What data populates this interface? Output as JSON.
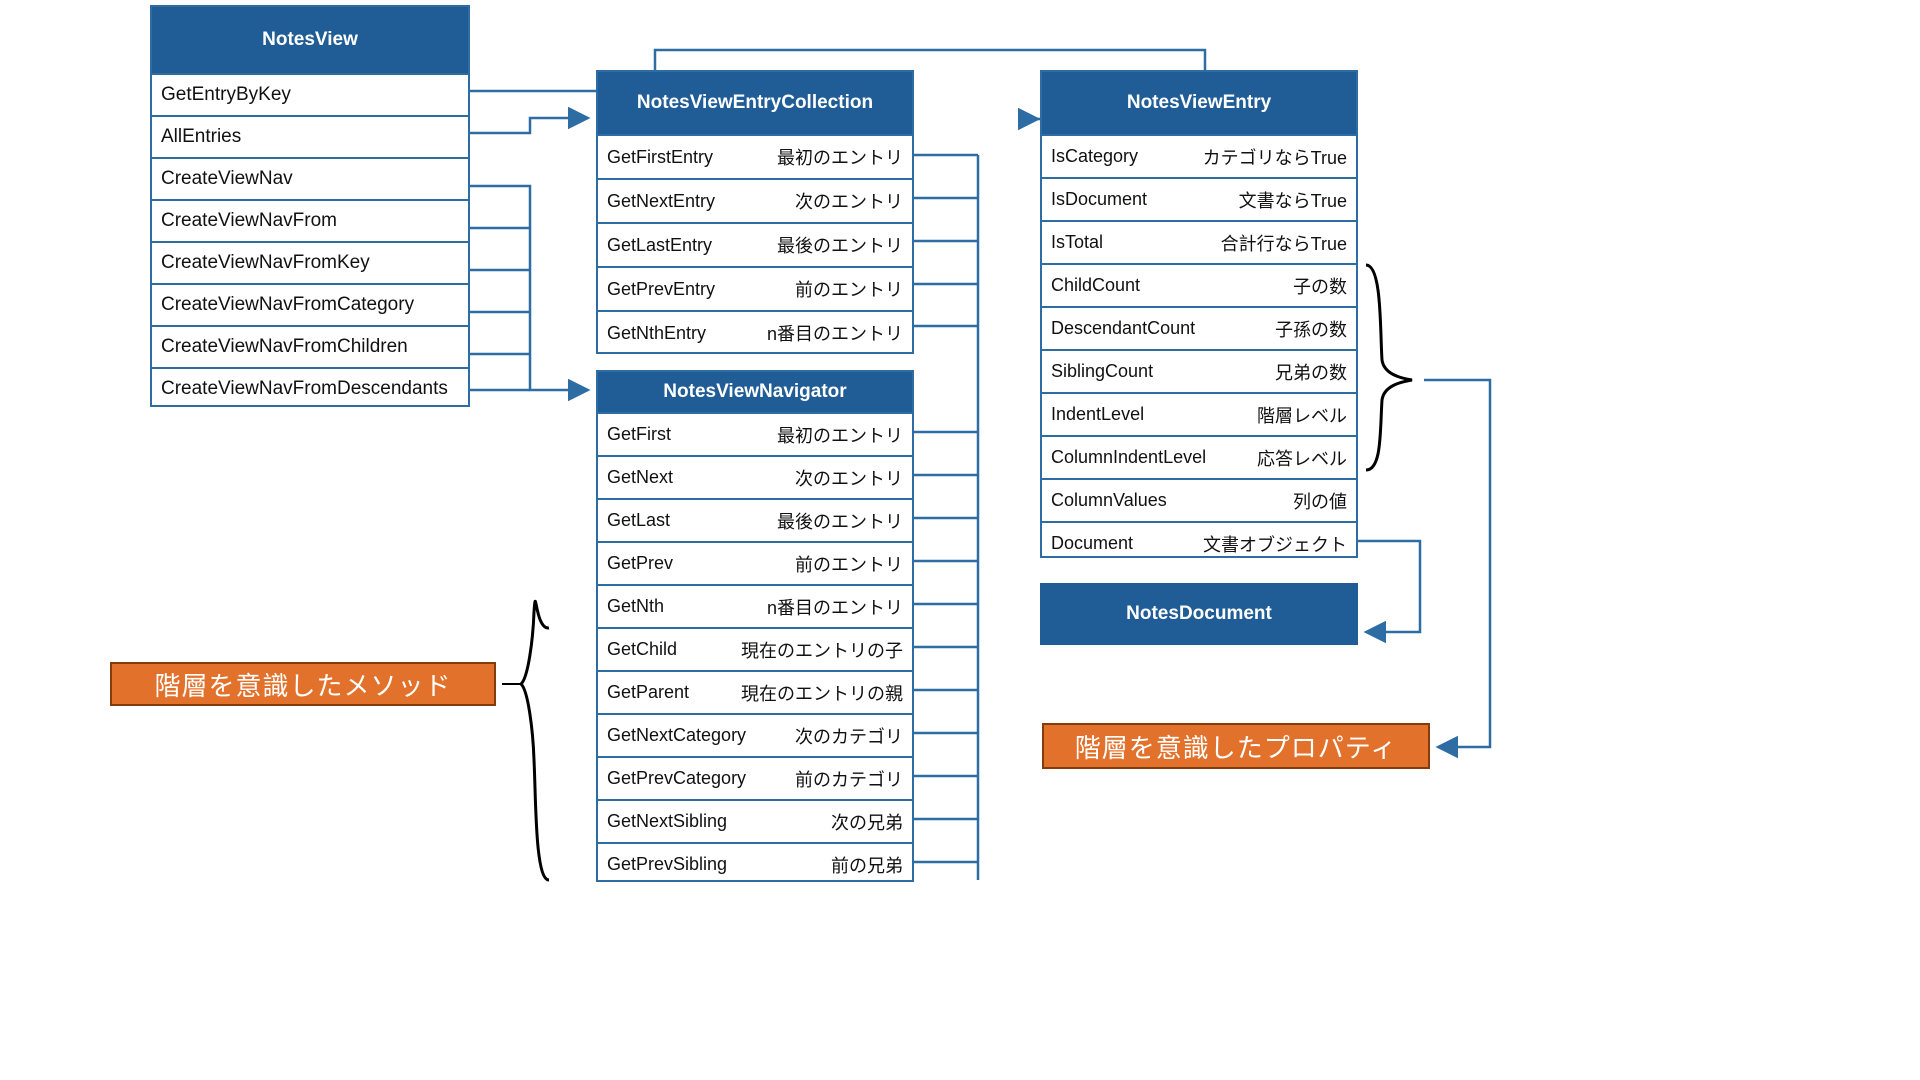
{
  "diagram": {
    "title_hidden": "",
    "colors": {
      "header_blue": "#205d96",
      "border_blue": "#2e6ca4",
      "callout_orange": "#e2712c",
      "callout_border": "#843c0c",
      "text": "#111111"
    }
  },
  "boxes": {
    "notesview": {
      "title": "NotesView",
      "rows": [
        {
          "name": "GetEntryByKey",
          "desc": ""
        },
        {
          "name": "AllEntries",
          "desc": ""
        },
        {
          "name": "CreateViewNav",
          "desc": ""
        },
        {
          "name": "CreateViewNavFrom",
          "desc": ""
        },
        {
          "name": "CreateViewNavFromKey",
          "desc": ""
        },
        {
          "name": "CreateViewNavFromCategory",
          "desc": ""
        },
        {
          "name": "CreateViewNavFromChildren",
          "desc": ""
        },
        {
          "name": "CreateViewNavFromDescendants",
          "desc": ""
        }
      ]
    },
    "notesviewentrycollection": {
      "title": "NotesViewEntryCollection",
      "rows": [
        {
          "name": "GetFirstEntry",
          "desc": "最初のエントリ"
        },
        {
          "name": "GetNextEntry",
          "desc": "次のエントリ"
        },
        {
          "name": "GetLastEntry",
          "desc": "最後のエントリ"
        },
        {
          "name": "GetPrevEntry",
          "desc": "前のエントリ"
        },
        {
          "name": "GetNthEntry",
          "desc": "n番目のエントリ"
        }
      ]
    },
    "notesviewnavigator": {
      "title": "NotesViewNavigator",
      "rows": [
        {
          "name": "GetFirst",
          "desc": "最初のエントリ"
        },
        {
          "name": "GetNext",
          "desc": "次のエントリ"
        },
        {
          "name": "GetLast",
          "desc": "最後のエントリ"
        },
        {
          "name": "GetPrev",
          "desc": "前のエントリ"
        },
        {
          "name": "GetNth",
          "desc": "n番目のエントリ"
        },
        {
          "name": "GetChild",
          "desc": "現在のエントリの子"
        },
        {
          "name": "GetParent",
          "desc": "現在のエントリの親"
        },
        {
          "name": "GetNextCategory",
          "desc": "次のカテゴリ"
        },
        {
          "name": "GetPrevCategory",
          "desc": "前のカテゴリ"
        },
        {
          "name": "GetNextSibling",
          "desc": "次の兄弟"
        },
        {
          "name": "GetPrevSibling",
          "desc": "前の兄弟"
        }
      ]
    },
    "notesviewentry": {
      "title": "NotesViewEntry",
      "rows": [
        {
          "name": "IsCategory",
          "desc": "カテゴリならTrue"
        },
        {
          "name": "IsDocument",
          "desc": "文書ならTrue"
        },
        {
          "name": "IsTotal",
          "desc": "合計行ならTrue"
        },
        {
          "name": "ChildCount",
          "desc": "子の数"
        },
        {
          "name": "DescendantCount",
          "desc": "子孫の数"
        },
        {
          "name": "SiblingCount",
          "desc": "兄弟の数"
        },
        {
          "name": "IndentLevel",
          "desc": "階層レベル"
        },
        {
          "name": "ColumnIndentLevel",
          "desc": "応答レベル"
        },
        {
          "name": "ColumnValues",
          "desc": "列の値"
        },
        {
          "name": "Document",
          "desc": "文書オブジェクト"
        }
      ]
    },
    "notesdocument": {
      "title": "NotesDocument"
    }
  },
  "callouts": {
    "methods": "階層を意識したメソッド",
    "properties": "階層を意識したプロパティ"
  }
}
